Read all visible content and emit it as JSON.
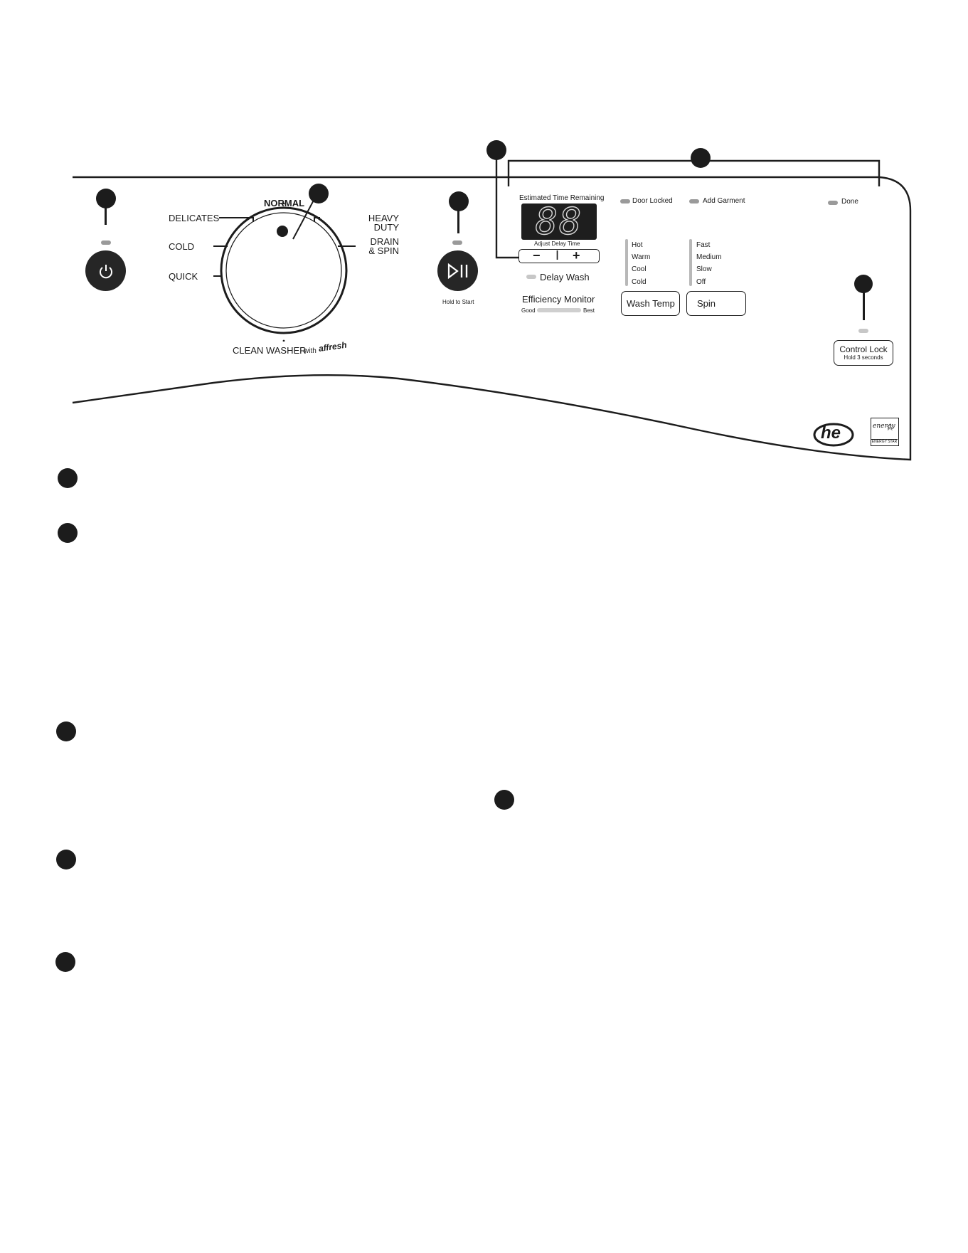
{
  "panel": {
    "cycles": {
      "normal": "NORMAL",
      "delicates": "DELICATES",
      "cold": "COLD",
      "quick": "QUICK",
      "heavy_duty_1": "HEAVY",
      "heavy_duty_2": "DUTY",
      "drain_spin_1": "DRAIN",
      "drain_spin_2": "& SPIN",
      "clean_washer": "CLEAN WASHER",
      "clean_with": "with",
      "clean_brand": "affresh"
    },
    "start_hint": "Hold to Start",
    "time_display": {
      "label": "Estimated Time Remaining",
      "digits": "88",
      "adjust_label": "Adjust Delay Time",
      "minus": "−",
      "divider": "I",
      "plus": "+"
    },
    "delay_wash": "Delay Wash",
    "efficiency": {
      "title": "Efficiency Monitor",
      "low": "Good",
      "high": "Best"
    },
    "status": {
      "door_locked": "Door Locked",
      "add_garment": "Add Garment",
      "done": "Done"
    },
    "wash_temp": {
      "options": [
        "Hot",
        "Warm",
        "Cool",
        "Cold"
      ],
      "button": "Wash Temp"
    },
    "spin": {
      "options": [
        "Fast",
        "Medium",
        "Slow",
        "Off"
      ],
      "button": "Spin"
    },
    "control_lock": {
      "label": "Control Lock",
      "sub": "Hold 3 seconds"
    },
    "logos": {
      "he": "he",
      "energy_star": "ENERGY STAR",
      "energy_script": "energy"
    }
  },
  "colors": {
    "ink": "#1c1c1c",
    "led": "#9a9a9a",
    "bar": "#b8b8b8",
    "background": "#ffffff"
  },
  "icons": [
    "power-icon",
    "play-pause-icon"
  ]
}
